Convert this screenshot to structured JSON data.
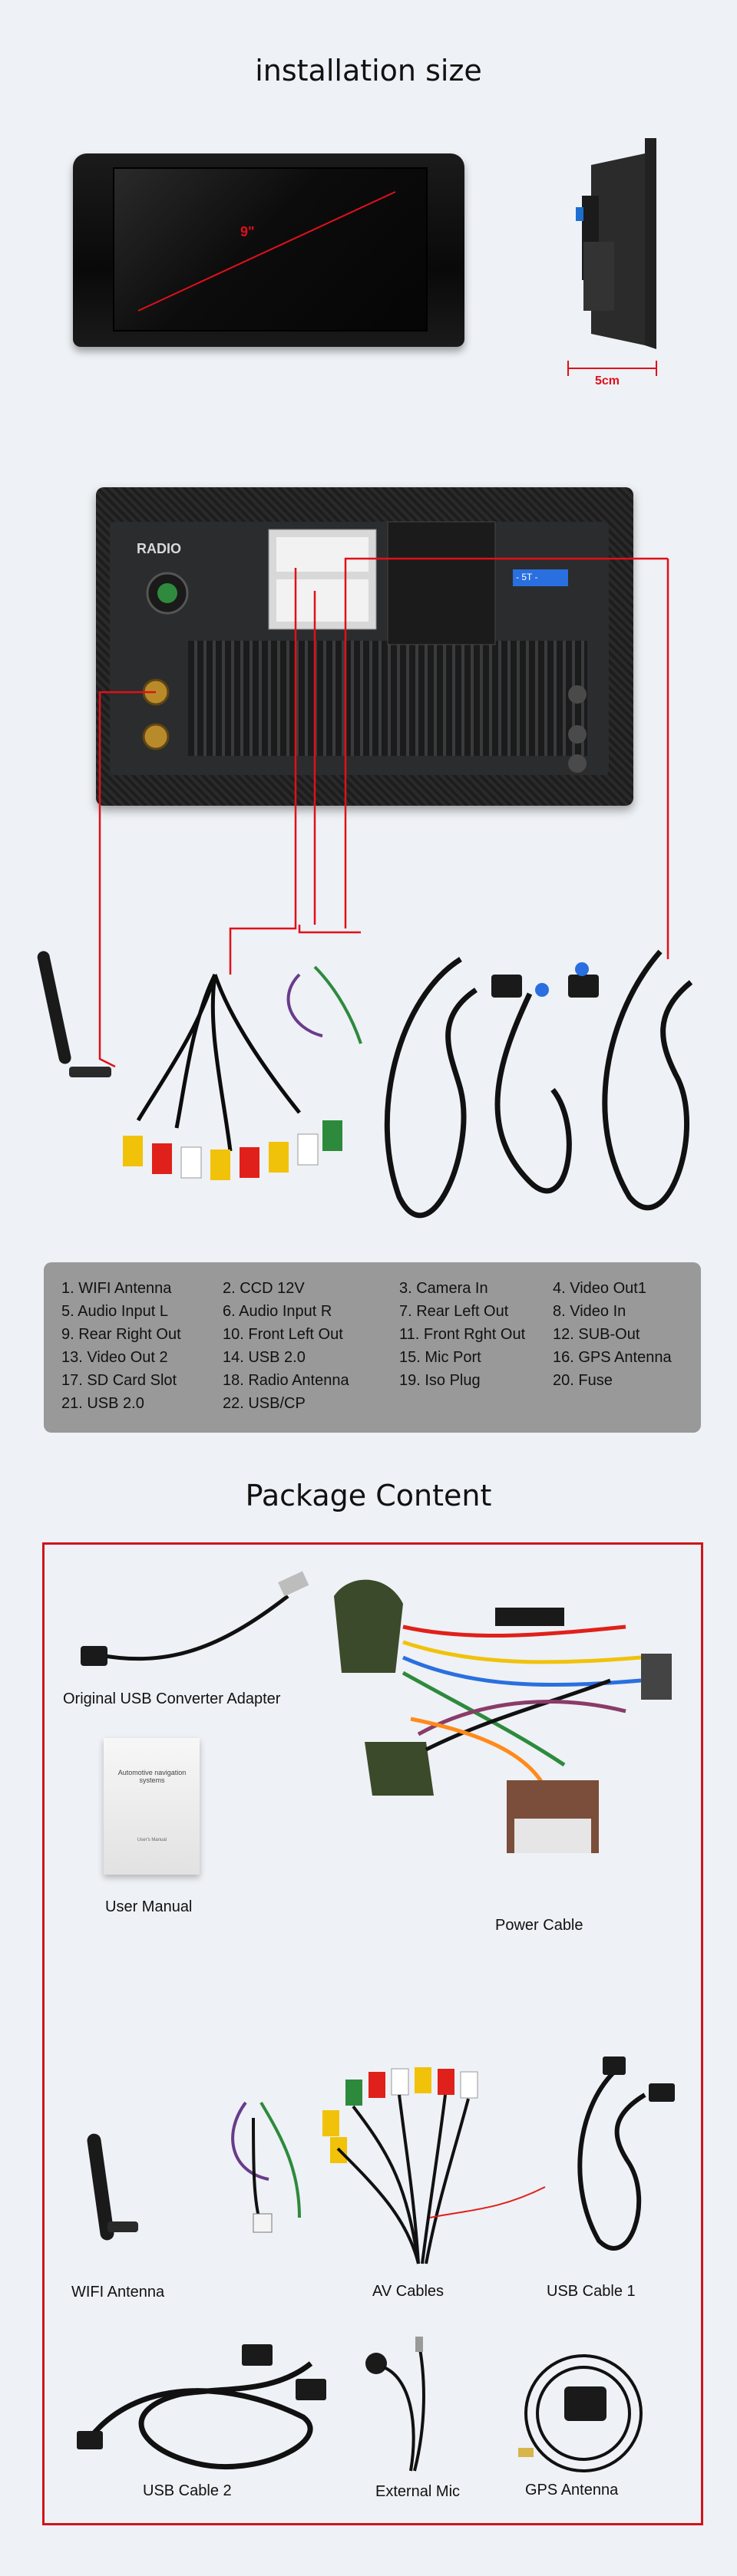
{
  "installation": {
    "title": "installation size",
    "diagonal_label": "9\"",
    "depth_label": "5cm"
  },
  "back_panel": {
    "radio_label": "RADIO",
    "slot_label": "- 5T -"
  },
  "legend": {
    "rows": [
      [
        "1. WIFI Antenna",
        "2. CCD 12V",
        "3. Camera In",
        "4. Video Out1"
      ],
      [
        "5. Audio Input L",
        "6. Audio Input R",
        "7.  Rear Left Out",
        "8. Video In"
      ],
      [
        "9. Rear Right Out",
        "10. Front Left Out",
        "11. Front Rght Out",
        "12. SUB-Out"
      ],
      [
        "13. Video Out 2",
        "14. USB 2.0",
        "15. Mic  Port",
        "16. GPS Antenna"
      ],
      [
        "17. SD Card Slot",
        "18. Radio Antenna",
        "19. Iso Plug",
        "20. Fuse"
      ],
      [
        "21. USB 2.0",
        "22. USB/CP",
        "",
        ""
      ]
    ]
  },
  "package": {
    "title": "Package Content",
    "items": {
      "usb_adapter": "Original USB Converter Adapter",
      "manual": "User Manual",
      "power_cable": "Power Cable",
      "wifi_antenna": "WIFI Antenna",
      "av_cables": "AV Cables",
      "usb_cable_1": "USB Cable 1",
      "usb_cable_2": "USB Cable 2",
      "external_mic": "External Mic",
      "gps_antenna": "GPS Antenna"
    },
    "manual_cover": {
      "title": "Automotive navigation systems",
      "subtitle": "User's Manual"
    }
  },
  "colors": {
    "accent_red": "#d0141a",
    "legend_bg": "#999999",
    "page_bg": "#eef1f5"
  }
}
